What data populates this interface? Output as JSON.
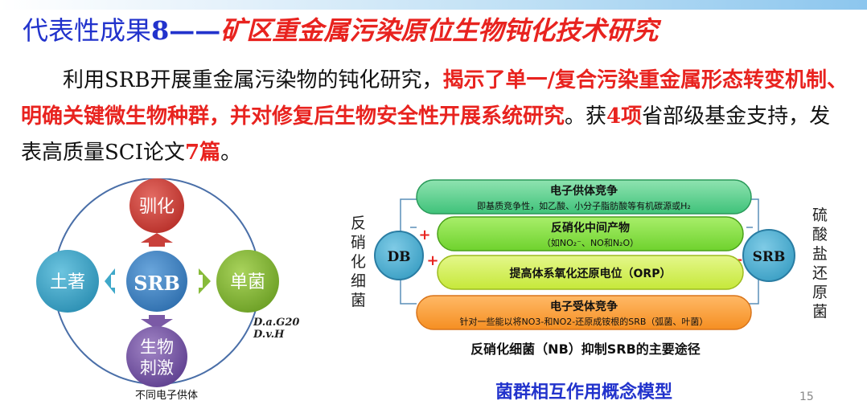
{
  "title": {
    "part1": "代表性成果",
    "part2": "8——",
    "part3": "矿区重金属污染原位生物钝化技术研究"
  },
  "paragraph": {
    "s1": "利用SRB开展重金属污染物的钝化研究，",
    "s2": "揭示了单一/复合污染重金属形态转变机制、明确关键微生物种群，并对修复后生物安全性开展系统研究",
    "s3": "。获",
    "s4": "4项",
    "s5": "省部级基金支持，发表高质量SCI论文",
    "s6": "7篇",
    "s7": "。"
  },
  "left_diagram": {
    "center": "SRB",
    "top": "驯化",
    "left": "土著",
    "right": "单菌",
    "bottom_line1": "生物",
    "bottom_line2": "刺激",
    "note1": "D.a.G20",
    "note2": "D.v.H",
    "caption": "不同电子供体"
  },
  "right_diagram": {
    "left_side_label": "反硝化细菌",
    "right_side_label": "硫酸盐还原菌",
    "db": "DB",
    "srb": "SRB",
    "plus": "+",
    "minus": "−",
    "bar1_title": "电子供体竞争",
    "bar1_sub": "即基质竞争性，如乙酸、小分子脂肪酸等有机碳源或H₂",
    "bar2_title": "反硝化中间产物",
    "bar2_sub": "（如NO₂⁻、NO和N₂O）",
    "bar3_title": "提高体系氧化还原电位（ORP）",
    "bar4_title": "电子受体竞争",
    "bar4_sub": "针对一些能以将NO3-和NO2-还原成铵根的SRB（弧菌、叶菌）",
    "caption": "反硝化细菌（NB）抑制SRB的主要途径",
    "model_title": "菌群相互作用概念模型"
  },
  "page_number": "15",
  "colors": {
    "title_blue": "#2233cc",
    "highlight_red": "#e8231f",
    "circle_red": "#c9403a",
    "circle_blue": "#3e86c4",
    "circle_teal": "#3fa8c9",
    "circle_green": "#87bb3a",
    "circle_purple": "#7b5aa6"
  }
}
